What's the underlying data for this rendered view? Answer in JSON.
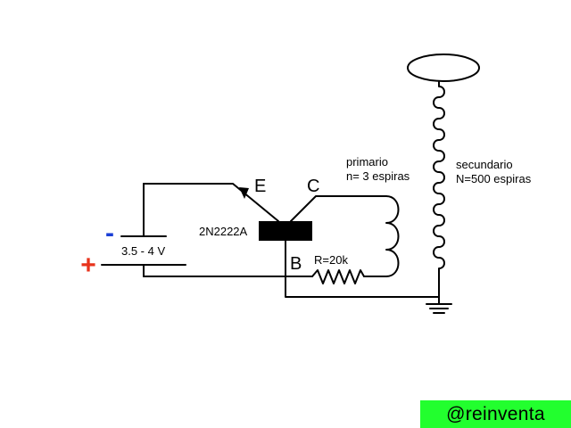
{
  "battery": {
    "minus_symbol": "-",
    "plus_symbol": "+",
    "voltage_label": "3.5 - 4 V",
    "minus_color": "#1a3fd6",
    "plus_color": "#e8331c"
  },
  "transistor": {
    "part_label": "2N2222A",
    "emitter_label": "E",
    "collector_label": "C",
    "base_label": "B"
  },
  "resistor": {
    "label": "R=20k"
  },
  "primary_coil": {
    "title": "primario",
    "turns_label": "n= 3 espiras"
  },
  "secondary_coil": {
    "title": "secundario",
    "turns_label": "N=500 espiras"
  },
  "watermark": {
    "text": "@reinventa",
    "background_color": "#22ff2e"
  }
}
